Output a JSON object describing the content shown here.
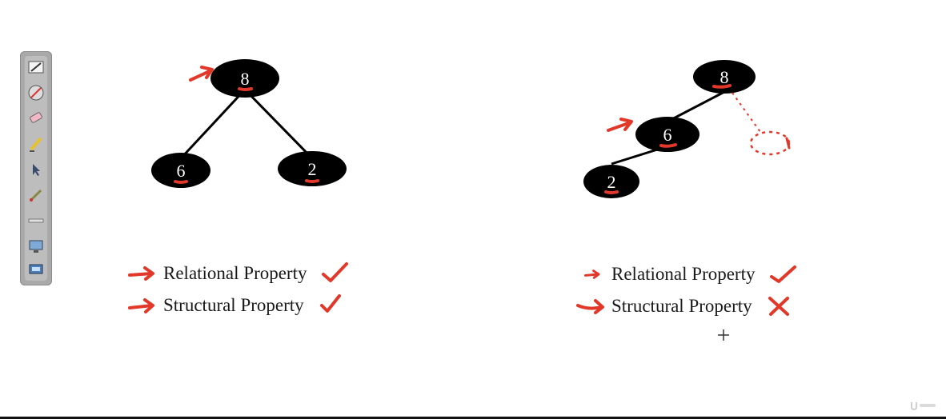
{
  "toolbar": {
    "tools": [
      {
        "icon": "ruler-pencil-icon"
      },
      {
        "icon": "no-pen-icon"
      },
      {
        "icon": "eraser-icon"
      },
      {
        "icon": "highlighter-icon"
      },
      {
        "icon": "pointer-icon"
      },
      {
        "icon": "pen-icon"
      },
      {
        "icon": "line-icon"
      },
      {
        "icon": "screen-capture-icon"
      },
      {
        "icon": "presentation-icon"
      }
    ]
  },
  "left_tree": {
    "root": "8",
    "left": "6",
    "right": "2"
  },
  "right_tree": {
    "root": "8",
    "child": "6",
    "grandchild": "2"
  },
  "left_properties": {
    "relational": "Relational Property",
    "structural": "Structural Property",
    "relational_mark": "check-icon",
    "structural_mark": "check-icon"
  },
  "right_properties": {
    "relational": "Relational Property",
    "structural": "Structural Property",
    "relational_mark": "check-icon",
    "structural_mark": "cross-icon"
  },
  "colors": {
    "annotation_red": "#e2382a",
    "node_fill": "#000000",
    "toolbar_bg": "#a9a9a9"
  }
}
